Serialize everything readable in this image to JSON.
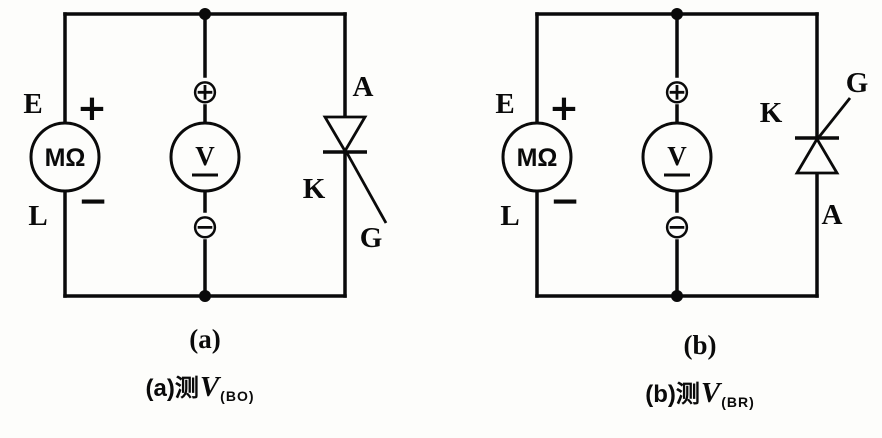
{
  "figure": {
    "circuits": [
      {
        "id": "a",
        "sub_label": "(a)",
        "caption": {
          "prefix": "(a)测",
          "symbol": "V",
          "subscript": "(BO)"
        },
        "megohmmeter": {
          "label": "MΩ",
          "terminal_top": "E",
          "terminal_bottom": "L",
          "polarity_top": "+",
          "polarity_bottom": "−"
        },
        "voltmeter": {
          "label": "V",
          "polarity_top": "⊕",
          "polarity_bottom": "⊖"
        },
        "thyristor": {
          "anode": "A",
          "cathode": "K",
          "gate": "G"
        }
      },
      {
        "id": "b",
        "sub_label": "(b)",
        "caption": {
          "prefix": "(b)测",
          "symbol": "V",
          "subscript": "(BR)"
        },
        "megohmmeter": {
          "label": "MΩ",
          "terminal_top": "E",
          "terminal_bottom": "L",
          "polarity_top": "+",
          "polarity_bottom": "−"
        },
        "voltmeter": {
          "label": "V",
          "polarity_top": "⊕",
          "polarity_bottom": "⊖"
        },
        "thyristor": {
          "cathode": "K",
          "gate": "G",
          "anode": "A"
        }
      }
    ]
  }
}
